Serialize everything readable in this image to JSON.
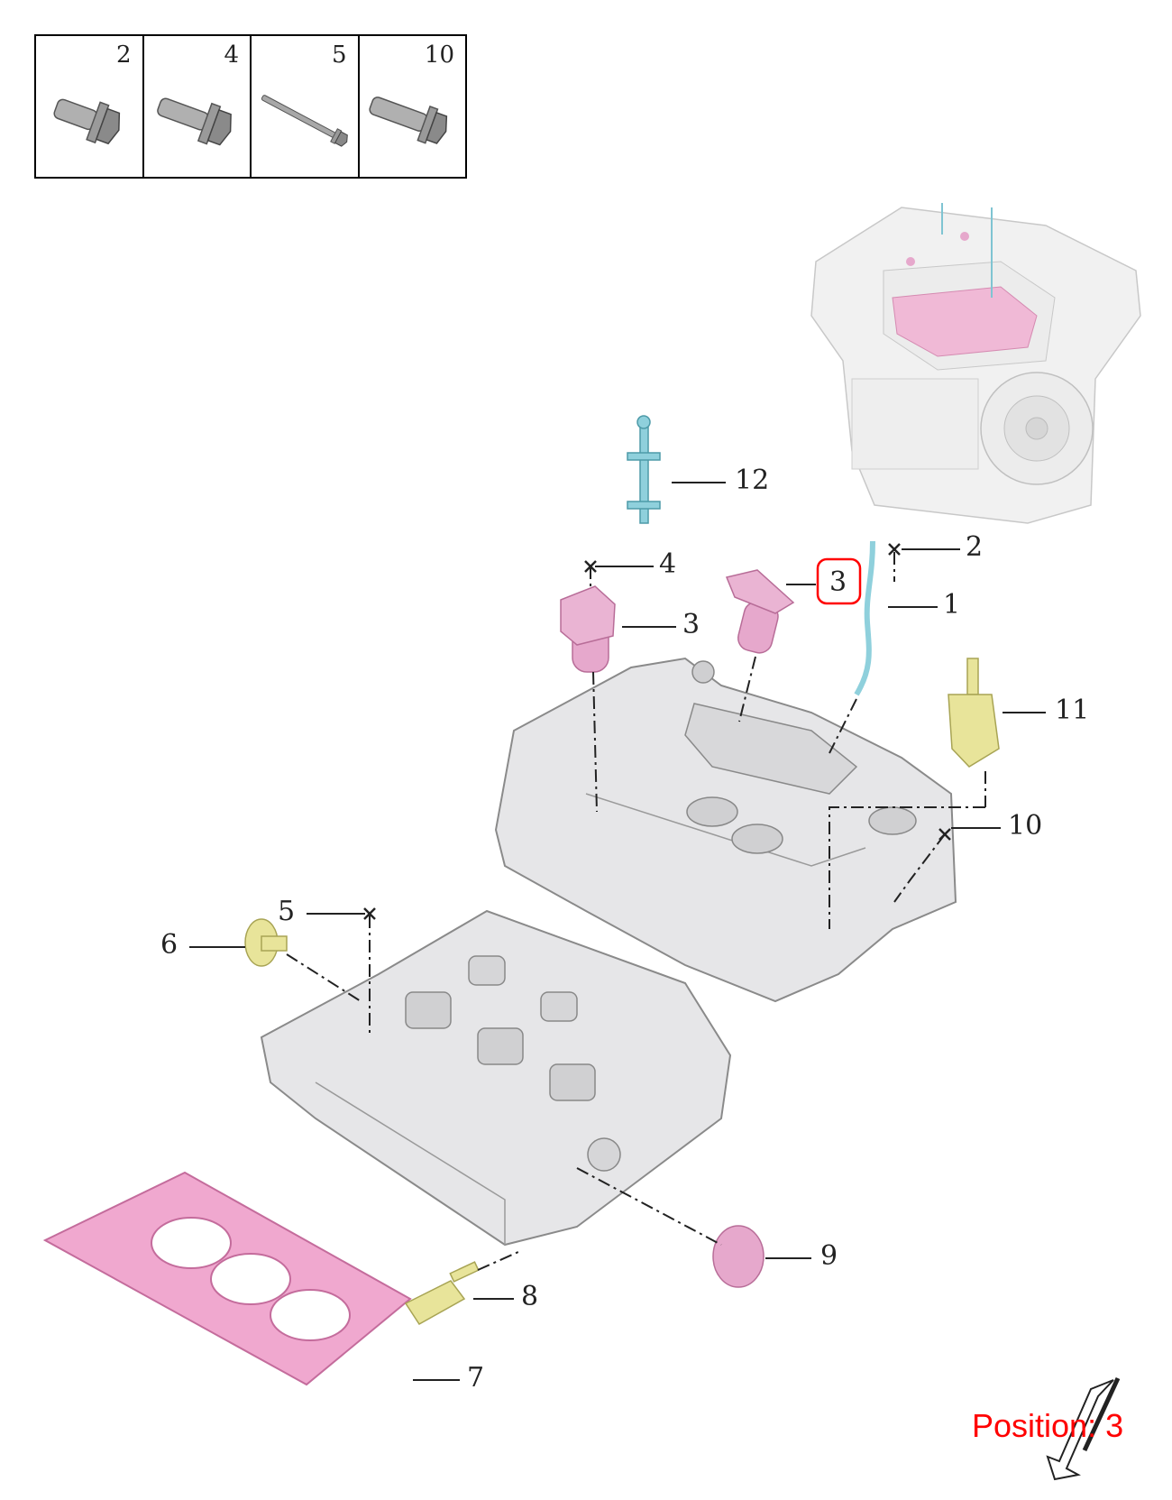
{
  "legend": {
    "cells": [
      {
        "number": "2",
        "icon": "flange-bolt-icon"
      },
      {
        "number": "4",
        "icon": "flange-bolt-icon"
      },
      {
        "number": "5",
        "icon": "long-bolt-icon"
      },
      {
        "number": "10",
        "icon": "flange-bolt-icon"
      }
    ]
  },
  "callouts": {
    "c12": "12",
    "c4": "4",
    "c3a": "3",
    "c3b": "3",
    "c2": "2",
    "c1": "1",
    "c11": "11",
    "c10": "10",
    "c5": "5",
    "c6": "6",
    "c9": "9",
    "c8": "8",
    "c7": "7"
  },
  "highlighted_callout": "3",
  "position_label": "Position: 3",
  "colors": {
    "sensor_pink": "#e6a8cc",
    "gasket_pink": "#f0a8cf",
    "metal_gray": "#e4e4e6",
    "stud_blue": "#8fd0dc",
    "sensor_yellow": "#e8e49a",
    "highlight_red": "#ff0000"
  }
}
